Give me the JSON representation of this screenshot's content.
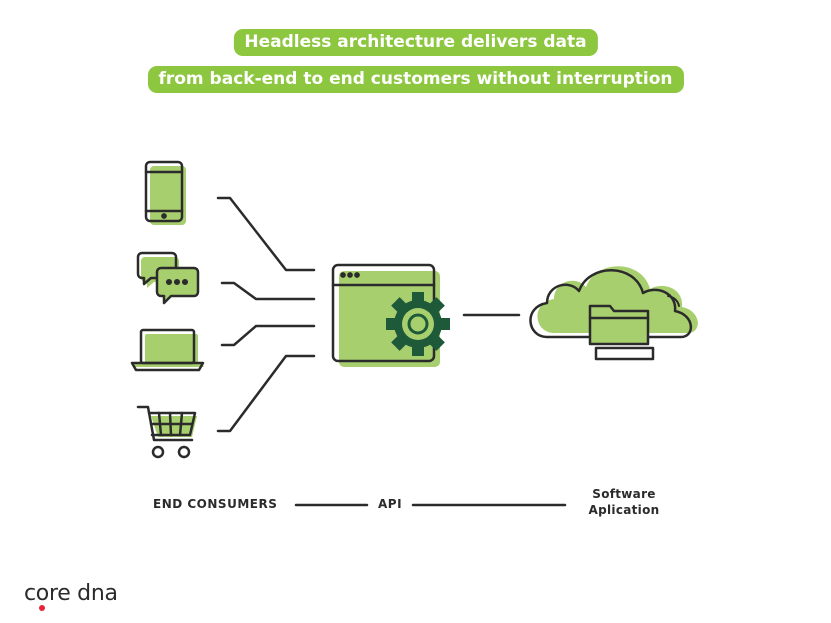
{
  "header": {
    "line1": "Headless architecture delivers data",
    "line2": "from back-end to end customers without interruption"
  },
  "flow_labels": {
    "consumers": "END CONSUMERS",
    "api": "API",
    "software_line1": "Software",
    "software_line2": "Aplication"
  },
  "icons": {
    "consumers": [
      "smartphone-icon",
      "chat-bubbles-icon",
      "laptop-icon",
      "shopping-cart-icon"
    ],
    "api": "browser-gear-icon",
    "software": "cloud-folder-server-icon"
  },
  "brand": {
    "logo_text": "core dna"
  },
  "colors": {
    "accent": "#8dc63f",
    "icon_fill": "#a8cf6e",
    "stroke": "#2b2b2b",
    "gear": "#1e5a3a",
    "logo_dot": "#e5233d"
  }
}
